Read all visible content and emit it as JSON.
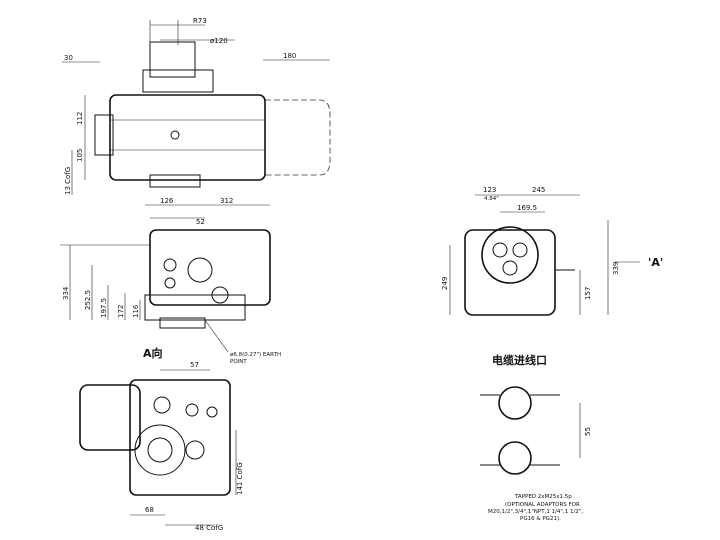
{
  "top_view": {
    "r73": "R73",
    "dia120": "ø120",
    "dim30": "30",
    "dim180": "180",
    "dim112": "112",
    "dim105": "105",
    "cofg13": "13 CofG"
  },
  "side_view": {
    "dim126": "126",
    "dim52": "52",
    "dim312": "312",
    "dim334": "334",
    "dim252_5": "252.5",
    "dim197_5": "197.5",
    "dim172": "172",
    "dim116": "116",
    "earth_line1": "ø6.8(0.27\") EARTH",
    "earth_line2": "POINT"
  },
  "view_a": {
    "title": "A向",
    "dim57": "57",
    "cofg141": "141 CofG",
    "dim68": "68",
    "cofg48": "48 CofG"
  },
  "end_view": {
    "dim123": "123",
    "dim123_in": "4.84\"",
    "dim245": "245",
    "dim169_5": "169.5",
    "dim249": "249",
    "dim339": "339",
    "dim157": "157",
    "arrow_label": "'A'"
  },
  "cable_entry": {
    "title": "电缆进线口",
    "dim55": "55",
    "note_lines": [
      "TAPPED 2xM25x1.5p",
      "(OPTIONAL ADAPTORS FOR",
      "M20,1/2\",3/4\",1\"NPT,1 1/4\",1 1/2\",",
      "PG16 & PG21)."
    ]
  }
}
